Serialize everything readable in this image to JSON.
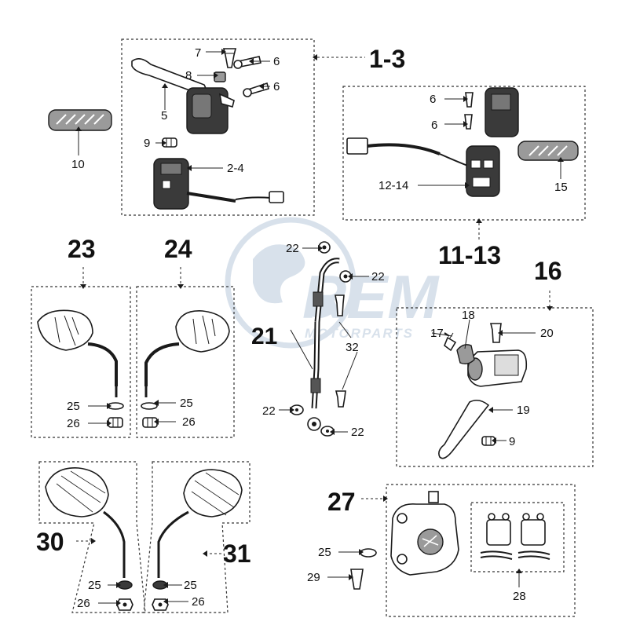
{
  "watermark": {
    "logo_text": "REM",
    "sub_text": "MOTORPARTS"
  },
  "groups": {
    "g1_3": "1-3",
    "g11_13": "11-13",
    "g16": "16",
    "g21": "21",
    "g23": "23",
    "g24": "24",
    "g27": "27",
    "g30": "30",
    "g31": "31"
  },
  "labels": {
    "p7": "7",
    "p8": "8",
    "p6a": "6",
    "p6b": "6",
    "p5": "5",
    "p9a": "9",
    "p2_4": "2-4",
    "p10": "10",
    "p6c": "6",
    "p6d": "6",
    "p12_14": "12-14",
    "p15": "15",
    "p22a": "22",
    "p22b": "22",
    "p32": "32",
    "p22c": "22",
    "p22d": "22",
    "p17": "17",
    "p18": "18",
    "p20": "20",
    "p19": "19",
    "p9b": "9",
    "p25a": "25",
    "p26a": "26",
    "p25b": "25",
    "p26b": "26",
    "p25c": "25",
    "p29": "29",
    "p28": "28",
    "p25d": "25",
    "p26c": "26",
    "p25e": "25",
    "p26d": "26"
  },
  "colors": {
    "ink": "#1a1a1a",
    "watermark": "#b9cadb"
  }
}
